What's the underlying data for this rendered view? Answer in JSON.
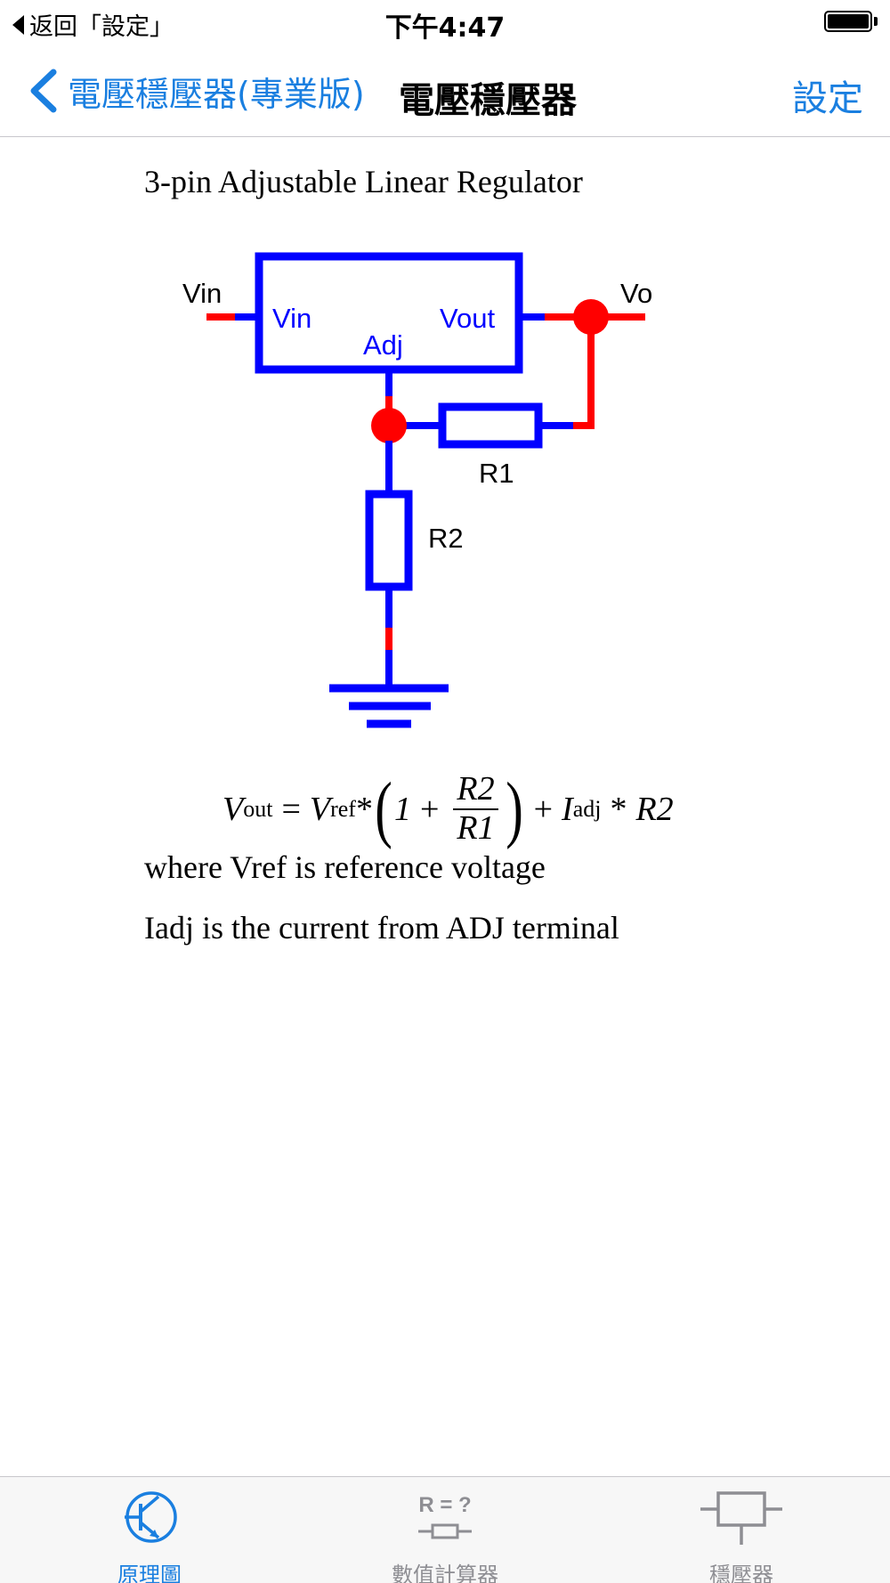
{
  "status_bar": {
    "back_app": "返回「設定」",
    "time": "下午4:47"
  },
  "nav_bar": {
    "back_label": "電壓穩壓器(專業版)",
    "title": "電壓穩壓器",
    "right_button": "設定"
  },
  "content": {
    "circuit_title": "3-pin Adjustable Linear Regulator",
    "diagram_labels": {
      "vin_external": "Vin",
      "vo_external": "Vo",
      "vin_pin": "Vin",
      "vout_pin": "Vout",
      "adj_pin": "Adj",
      "r1": "R1",
      "r2": "R2"
    },
    "formula": {
      "v": "V",
      "out_sub": "out",
      "eq": "=",
      "vref_sub": "ref",
      "mul": "*",
      "one": "1",
      "plus": "+",
      "num": "R2",
      "den": "R1",
      "i": "I",
      "adj_sub": "adj",
      "r2": "R2"
    },
    "desc_line1": "where Vref is reference voltage",
    "desc_line2": "Iadj is the current from ADJ terminal"
  },
  "tab_bar": {
    "tabs": [
      {
        "label": "原理圖",
        "icon": "transistor-icon",
        "active": true
      },
      {
        "label": "數值計算器",
        "icon": "resistor-calculator-icon",
        "active": false
      },
      {
        "label": "穩壓器",
        "icon": "regulator-icon",
        "active": false
      }
    ],
    "resistor_calc_text": "R = ?"
  },
  "colors": {
    "accent": "#1a7fe0",
    "wire_blue": "#0000ff",
    "wire_red": "#ff0000"
  }
}
